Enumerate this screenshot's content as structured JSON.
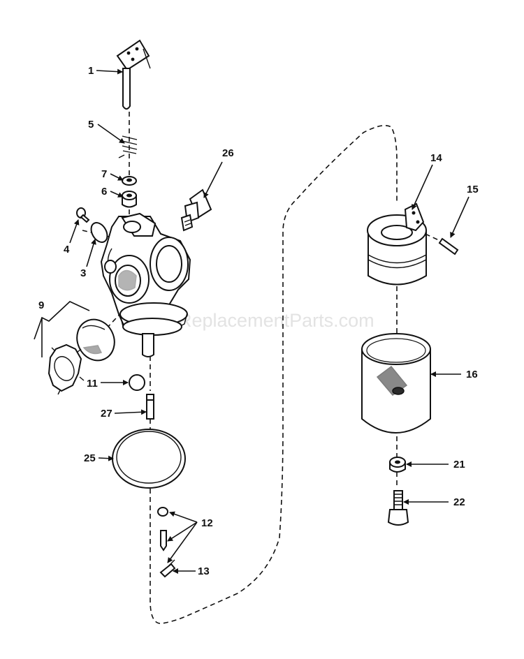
{
  "watermark": "eReplacementParts.com",
  "callouts": {
    "c1": "1",
    "c3": "3",
    "c4": "4",
    "c5": "5",
    "c6": "6",
    "c7": "7",
    "c9": "9",
    "c11": "11",
    "c12": "12",
    "c13": "13",
    "c14": "14",
    "c15": "15",
    "c16": "16",
    "c21": "21",
    "c22": "22",
    "c25": "25",
    "c26": "26",
    "c27": "27"
  }
}
